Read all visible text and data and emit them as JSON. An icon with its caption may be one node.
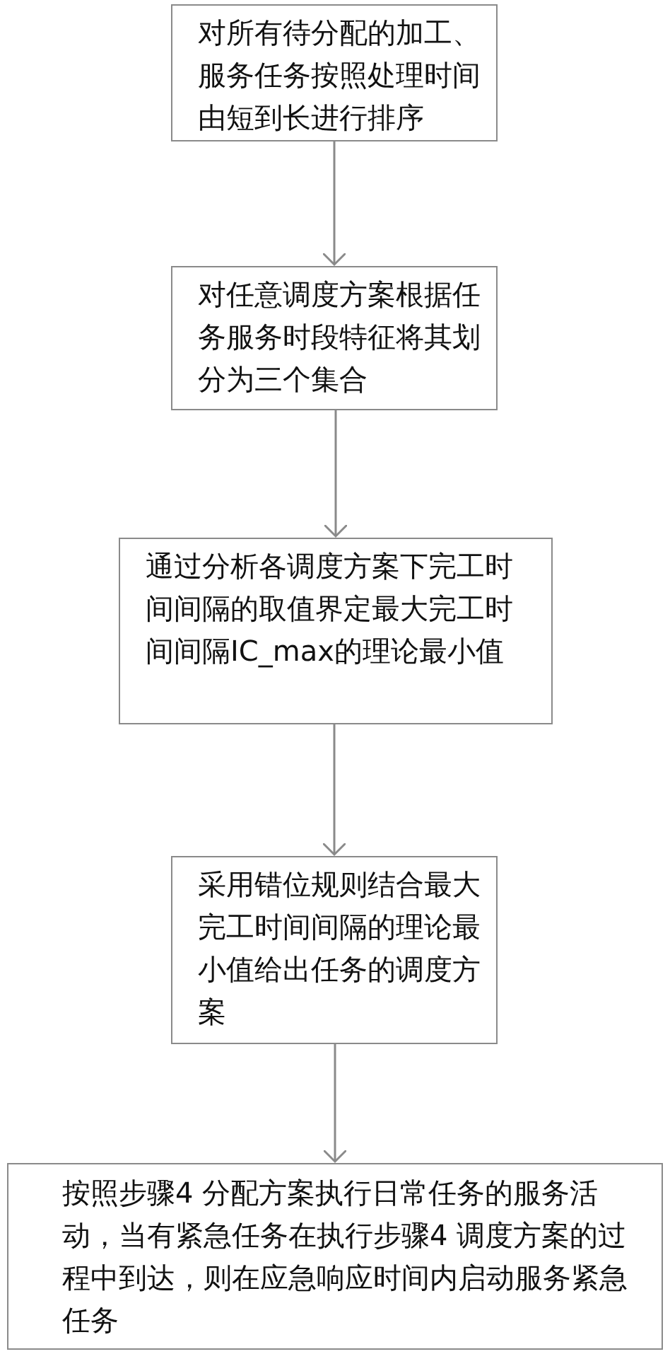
{
  "diagram": {
    "nodes": [
      {
        "text": [
          "对所有待分配的加工、服务任务按照处理时间由短到长进行排序"
        ]
      },
      {
        "text": [
          "对任意调度方案根据任务服务时段特征将其划分为三个集合"
        ]
      },
      {
        "text": [
          "通过分析各调度方案下完工时间间隔的取值界定最大完工时间间隔IC_max的理论最小值"
        ]
      },
      {
        "text": [
          "采用错位规则结合最大完工时间间隔的理论最小值给出任务的调度方案"
        ]
      },
      {
        "text": [
          "按照步骤4 分配方案执行日常任务的服务活动，当有紧急任务在执行步骤4 调度方案的过程中到达，则在应急响应时间内启动服务紧急任务"
        ]
      }
    ],
    "edges": [
      {
        "from": 0,
        "to": 1,
        "arrow": "to"
      },
      {
        "from": 1,
        "to": 2,
        "arrow": "to"
      },
      {
        "from": 2,
        "to": 3,
        "arrow": "to"
      },
      {
        "from": 3,
        "to": 4,
        "arrow": "to"
      }
    ]
  }
}
